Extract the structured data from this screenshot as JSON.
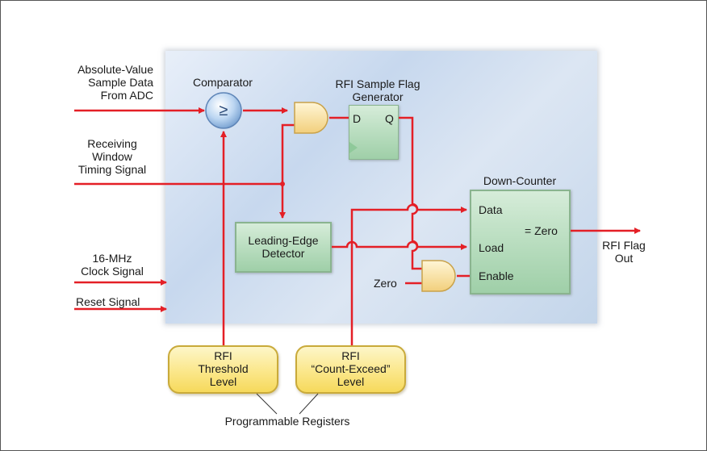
{
  "inputs": {
    "sample_data": [
      "Absolute-Value",
      "Sample Data",
      "From ADC"
    ],
    "window_timing": [
      "Receiving",
      "Window",
      "Timing Signal"
    ],
    "clock": [
      "16-MHz",
      "Clock Signal"
    ],
    "reset": "Reset Signal"
  },
  "blocks": {
    "comparator_title": "Comparator",
    "comparator_symbol": "≥",
    "flag_generator_title": [
      "RFI Sample Flag",
      "Generator"
    ],
    "flipflop_d": "D",
    "flipflop_q": "Q",
    "leading_edge": [
      "Leading-Edge",
      "Detector"
    ],
    "down_counter_title": "Down-Counter",
    "counter_data": "Data",
    "counter_load": "Load",
    "counter_enable": "Enable",
    "counter_zero_out": "= Zero",
    "zero_input": "Zero"
  },
  "output": [
    "RFI Flag",
    "Out"
  ],
  "registers": {
    "threshold": [
      "RFI",
      "Threshold",
      "Level"
    ],
    "count_exceed": [
      "RFI",
      "“Count-Exceed”",
      "Level"
    ],
    "caption": "Programmable Registers"
  },
  "colors": {
    "wire": "#e41f26",
    "panel": "#cfdcef",
    "block_green": "#bcdfc2",
    "register_yellow": "#fbe78a"
  }
}
